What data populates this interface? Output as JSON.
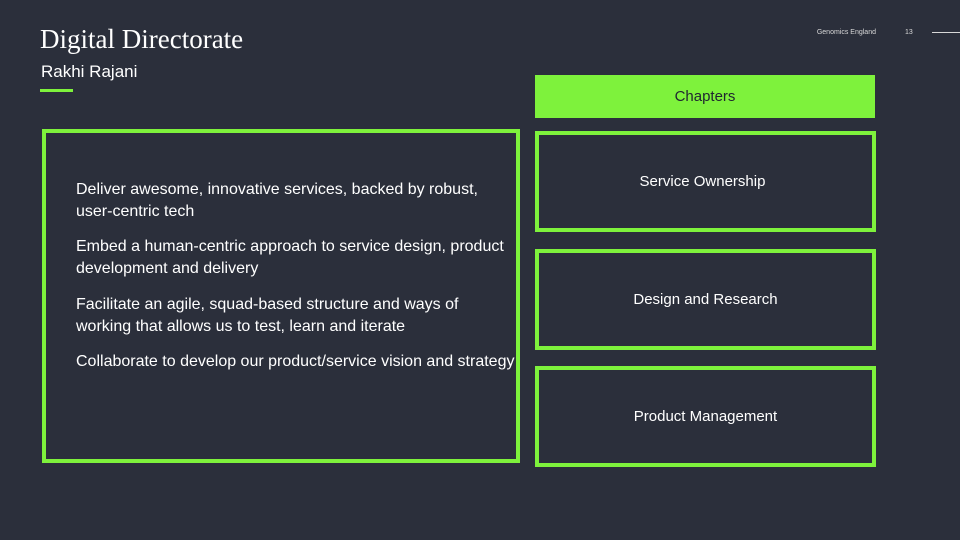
{
  "header": {
    "title": "Digital Directorate",
    "subtitle": "Rakhi Rajani",
    "brand": "Genomics England",
    "page_number": "13"
  },
  "goals": [
    "Deliver awesome, innovative services, backed by robust, user-centric tech",
    "Embed a human-centric approach to service design, product development and delivery",
    "Facilitate an agile, squad-based structure and ways of working that allows us to test, learn and iterate",
    "Collaborate to develop our product/service vision and strategy"
  ],
  "chapters": {
    "heading": "Chapters",
    "items": [
      "Service Ownership",
      "Design and Research",
      "Product Management"
    ]
  },
  "colors": {
    "background": "#2b2f3b",
    "accent": "#7ef23c",
    "text": "#ffffff"
  }
}
